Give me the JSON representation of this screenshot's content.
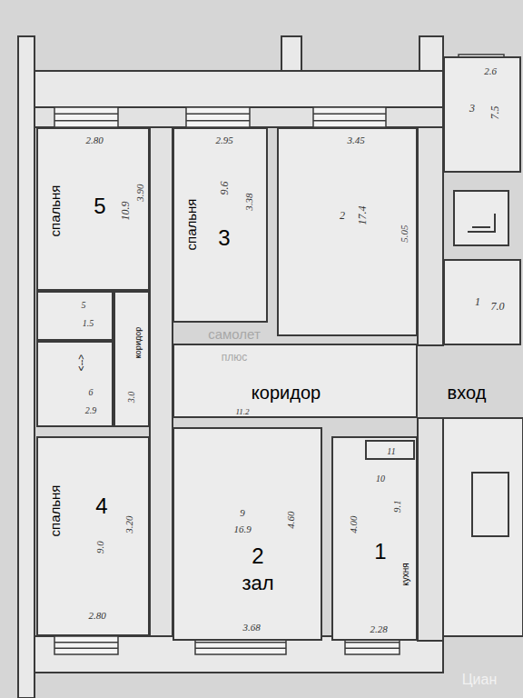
{
  "diagram": {
    "nodes": [
      {
        "text": [
          "2.80",
          "спальня",
          "5",
          "10.9",
          "3.90"
        ]
      },
      {
        "text": [
          "2.95",
          "спальня",
          "3",
          "9.6",
          "3.38"
        ]
      },
      {
        "text": [
          "3.45",
          "2",
          "17.4",
          "5.05"
        ]
      },
      {
        "text": [
          "2.6",
          "3",
          "7.5"
        ]
      },
      {
        "text": [
          "1",
          "7.0"
        ]
      },
      {
        "text": [
          "5",
          "1.5"
        ]
      },
      {
        "text": [
          "<-->",
          "6",
          "2.9"
        ]
      },
      {
        "text": [
          "коридор",
          "3.0"
        ]
      },
      {
        "text": [
          "коридор",
          "11.2"
        ]
      },
      {
        "text": [
          "спальня",
          "4",
          "9.0",
          "3.20",
          "2.80"
        ]
      },
      {
        "text": [
          "9",
          "16.9",
          "4.60",
          "2",
          "зал",
          "3.68"
        ]
      },
      {
        "text": [
          "10",
          "9.1",
          "4.00",
          "1",
          "кухня",
          "2.28"
        ]
      },
      {
        "text": [
          "11"
        ],
        "in": 11
      }
    ],
    "labels": [
      "вход",
      "самолет",
      "плюс",
      "Циан"
    ]
  }
}
